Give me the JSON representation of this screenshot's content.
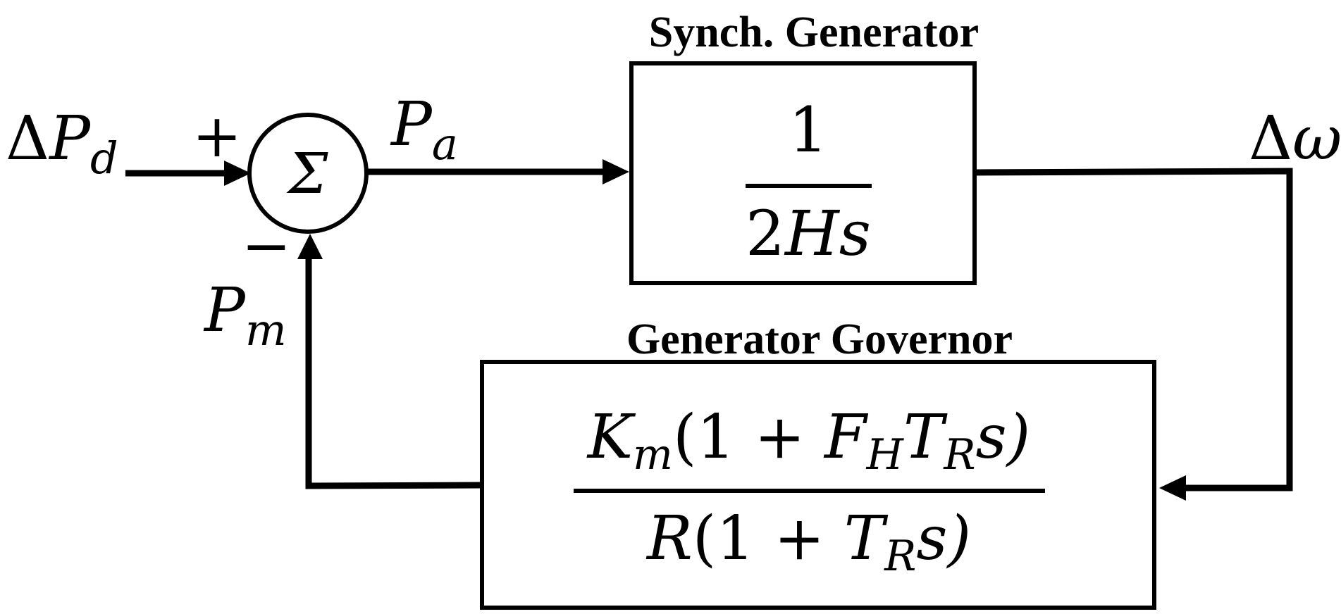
{
  "blocks": {
    "generator": {
      "title": "Synch. Generator",
      "numerator": "1",
      "denominator": {
        "coef": "2",
        "var": "Hs"
      }
    },
    "governor": {
      "title": "Generator Governor",
      "numerator": {
        "K": "K",
        "K_sub": "m",
        "open": "(1 + ",
        "F": "F",
        "F_sub": "H",
        "T": "T",
        "T_sub": "R",
        "close": "s)"
      },
      "denominator": {
        "R": "R",
        "open": "(1 + ",
        "T": "T",
        "T_sub": "R",
        "close": "s)"
      }
    }
  },
  "summer": {
    "symbol": "Σ",
    "plus": "+",
    "minus": "−"
  },
  "signals": {
    "input": {
      "delta": "Δ",
      "var": "P",
      "sub": "d"
    },
    "accel": {
      "var": "P",
      "sub": "a"
    },
    "output": {
      "delta": "Δ",
      "var": "ω"
    },
    "mech": {
      "var": "P",
      "sub": "m"
    }
  }
}
